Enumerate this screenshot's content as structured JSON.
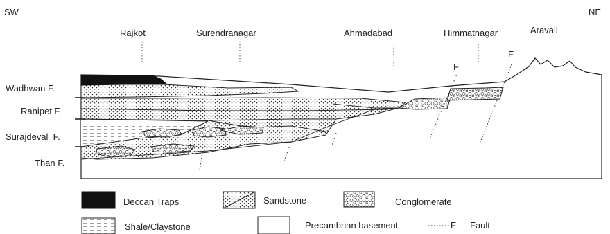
{
  "directions": {
    "left": "SW",
    "right": "NE"
  },
  "places": {
    "rajkot": "Rajkot",
    "surendranagar": "Surendranagar",
    "ahmadabad": "Ahmadabad",
    "himmatnagar": "Himmatnagar",
    "aravali": "Aravali"
  },
  "formations": {
    "wadhwan": "Wadhwan F.",
    "ranipet": "Ranipet F.",
    "surajdeval": "Surajdeval  F.",
    "than": "Than F."
  },
  "fault_marker": "F",
  "legend": {
    "deccan_traps": "Deccan Traps",
    "sandstone": "Sandstone",
    "conglomerate": "Conglomerate",
    "shale": "Shale/Claystone",
    "basement": "Precambrian basement",
    "fault_symbol": "F",
    "fault": "Fault"
  }
}
